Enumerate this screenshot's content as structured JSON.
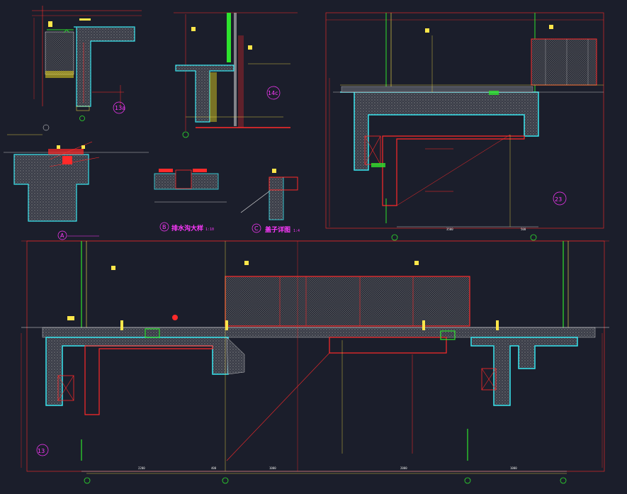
{
  "drawing": {
    "background": "#1b1e2b",
    "colors": {
      "red": "#ff2a2a",
      "yellow": "#ffe64a",
      "cyan": "#38e6f0",
      "green": "#2ee32e",
      "white": "#e8e8e8",
      "magenta": "#ff38ff",
      "gray": "#8a8a8a"
    },
    "details": {
      "d13a": {
        "tag": "13a"
      },
      "d14c": {
        "tag": "14c"
      },
      "d23": {
        "tag": "23"
      },
      "d13": {
        "tag": "13"
      },
      "dA": {
        "letter": "A"
      },
      "dB": {
        "letter": "B",
        "title": "排水沟大样",
        "scale": "1:10"
      },
      "dC": {
        "letter": "C",
        "title": "盖子详图",
        "scale": "1:4"
      }
    },
    "dims": {
      "top23": [
        "3500",
        "500"
      ],
      "bottom13": [
        "2200",
        "400",
        "1000",
        "2000",
        "1000"
      ]
    }
  }
}
